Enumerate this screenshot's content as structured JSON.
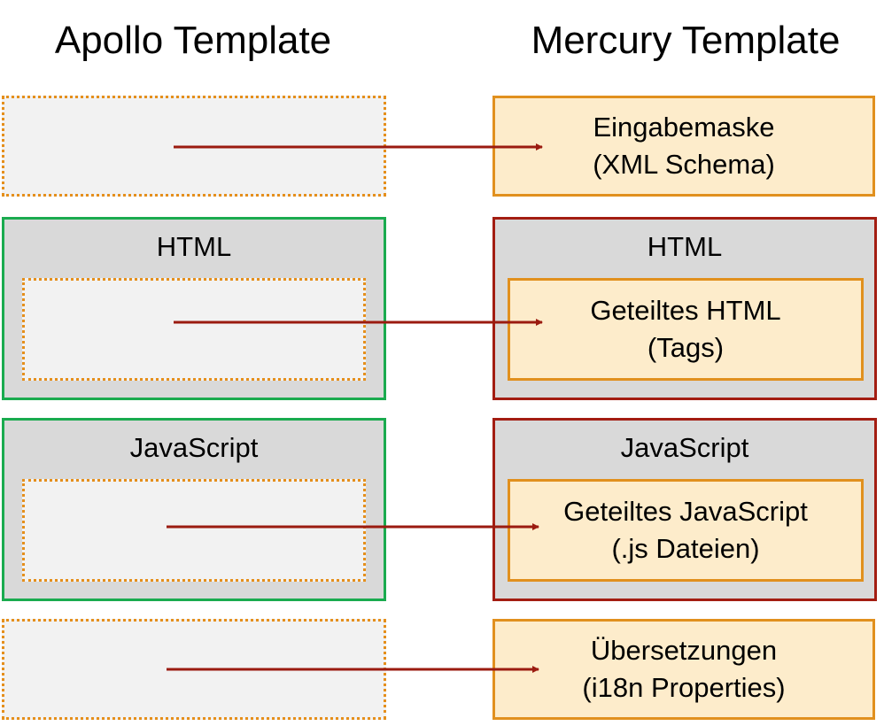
{
  "apollo": {
    "title": "Apollo Template",
    "html_label": "HTML",
    "js_label": "JavaScript"
  },
  "mercury": {
    "title": "Mercury Template",
    "html_label": "HTML",
    "js_label": "JavaScript",
    "boxes": [
      {
        "line1": "Eingabemaske",
        "line2": "(XML Schema)"
      },
      {
        "line1": "Geteiltes HTML",
        "line2": "(Tags)"
      },
      {
        "line1": "Geteiltes JavaScript",
        "line2": "(.js Dateien)"
      },
      {
        "line1": "Übersetzungen",
        "line2": "(i18n Properties)"
      }
    ]
  },
  "colors": {
    "apollo_outer_border": "#1aab4f",
    "mercury_outer_border": "#a31d12",
    "dotted_border": "#e58f1c",
    "orange_box_fill": "#fdeccb",
    "orange_box_border": "#e1901e",
    "gray_fill": "#d9d9d9",
    "light_fill": "#f2f2f2",
    "arrow": "#9b1b10"
  }
}
